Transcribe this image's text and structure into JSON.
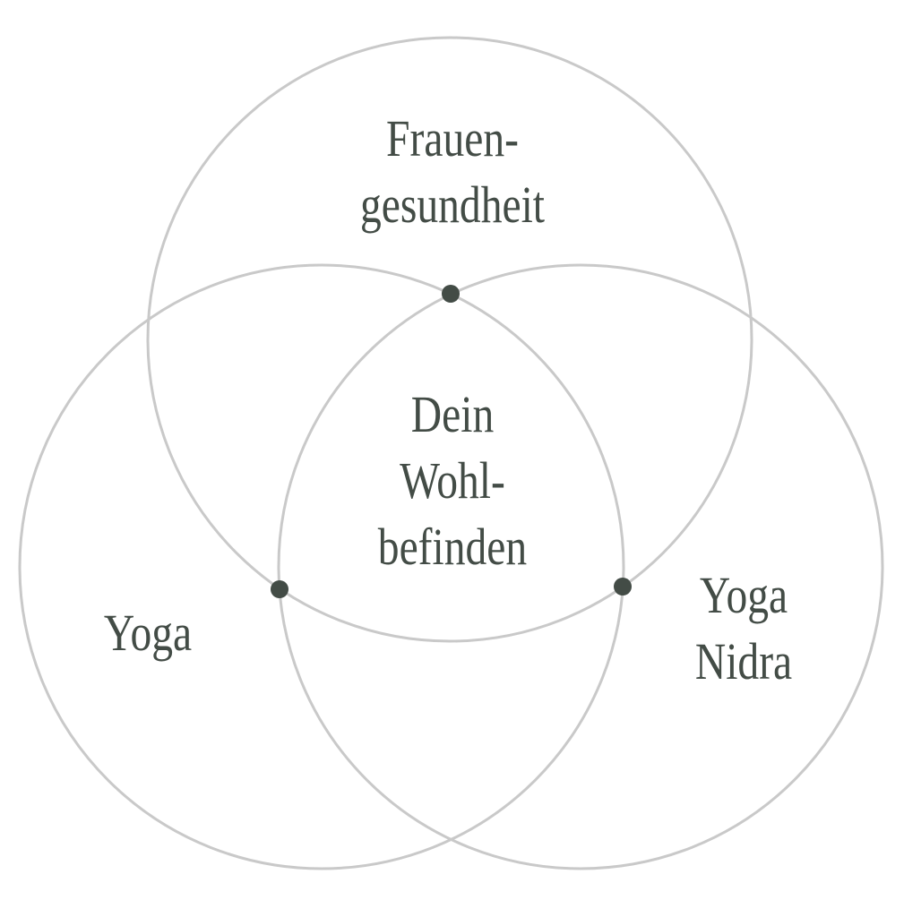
{
  "colors": {
    "circle_stroke": "#c9c9c9",
    "text": "#434c46",
    "dot": "#434c46",
    "background": "#ffffff"
  },
  "labels": {
    "top": [
      "Frauen-",
      "gesundheit"
    ],
    "center": [
      "Dein",
      "Wohl-",
      "befinden"
    ],
    "left": [
      "Yoga"
    ],
    "right": [
      "Yoga",
      "Nidra"
    ]
  }
}
